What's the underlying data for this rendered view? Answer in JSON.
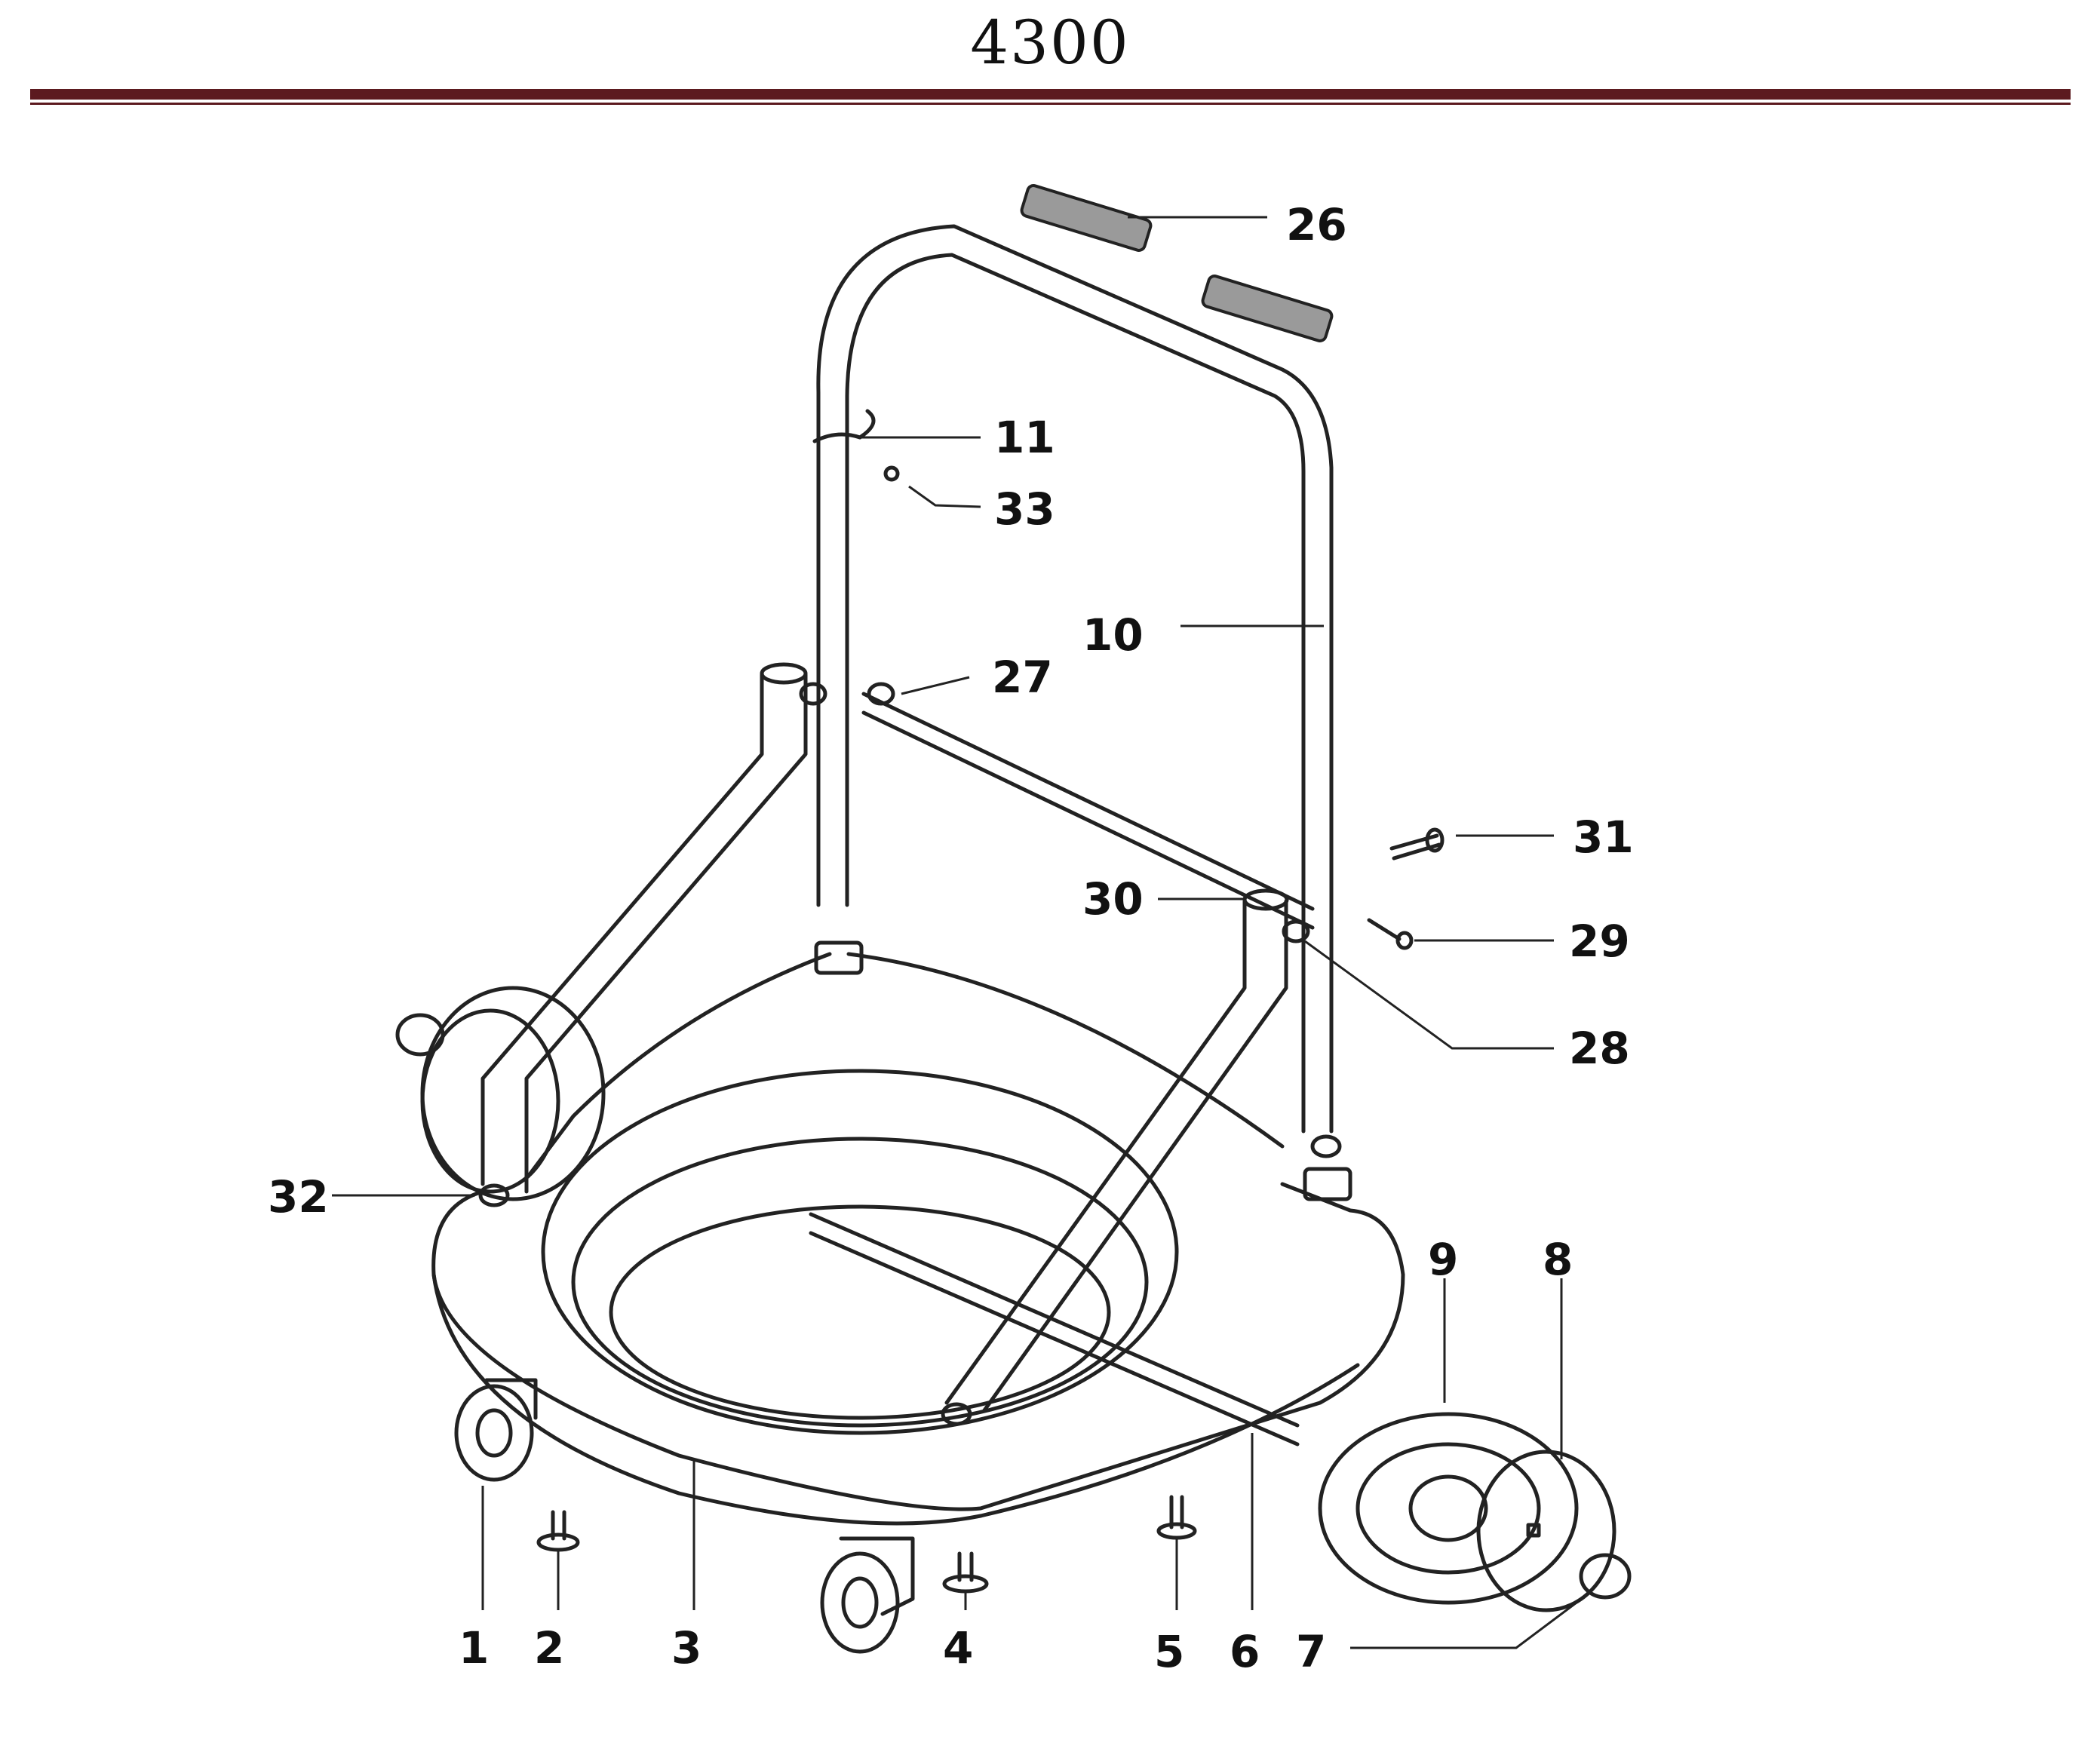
{
  "title": "4300",
  "colors": {
    "rule": "#5c1a1f",
    "line": "#222222",
    "grip": "#9a9a9a"
  },
  "callouts": {
    "c1": "1",
    "c2": "2",
    "c3": "3",
    "c4": "4",
    "c5": "5",
    "c6": "6",
    "c7": "7",
    "c8": "8",
    "c9": "9",
    "c10": "10",
    "c11": "11",
    "c26": "26",
    "c27": "27",
    "c28": "28",
    "c29": "29",
    "c30": "30",
    "c31": "31",
    "c32": "32",
    "c33": "33"
  }
}
